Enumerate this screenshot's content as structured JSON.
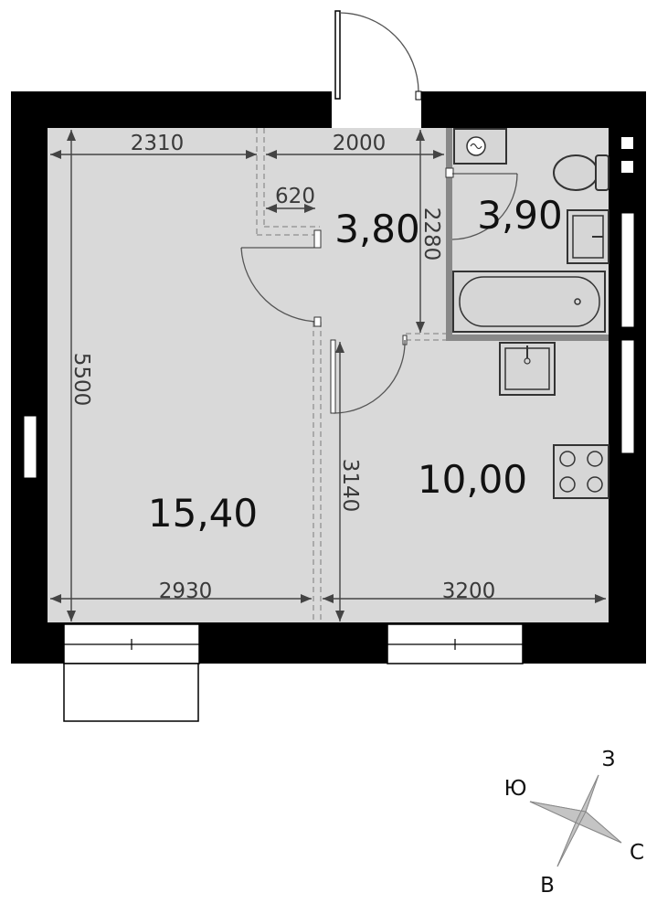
{
  "rooms": {
    "main_room_area": "15,40",
    "hallway_area": "3,80",
    "bathroom_area": "3,90",
    "kitchen_area": "10,00"
  },
  "dimensions": {
    "top_left_width": "2310",
    "top_right_width": "2000",
    "hall_opening": "620",
    "hall_depth": "2280",
    "total_height": "5500",
    "kitchen_depth": "3140",
    "bottom_left_width": "2930",
    "bottom_right_width": "3200"
  },
  "compass": {
    "north": "З",
    "south": "В",
    "west": "Ю",
    "east": "С"
  },
  "colors": {
    "wall": "#000000",
    "floor": "#d9d9d9",
    "partition": "#888888"
  }
}
